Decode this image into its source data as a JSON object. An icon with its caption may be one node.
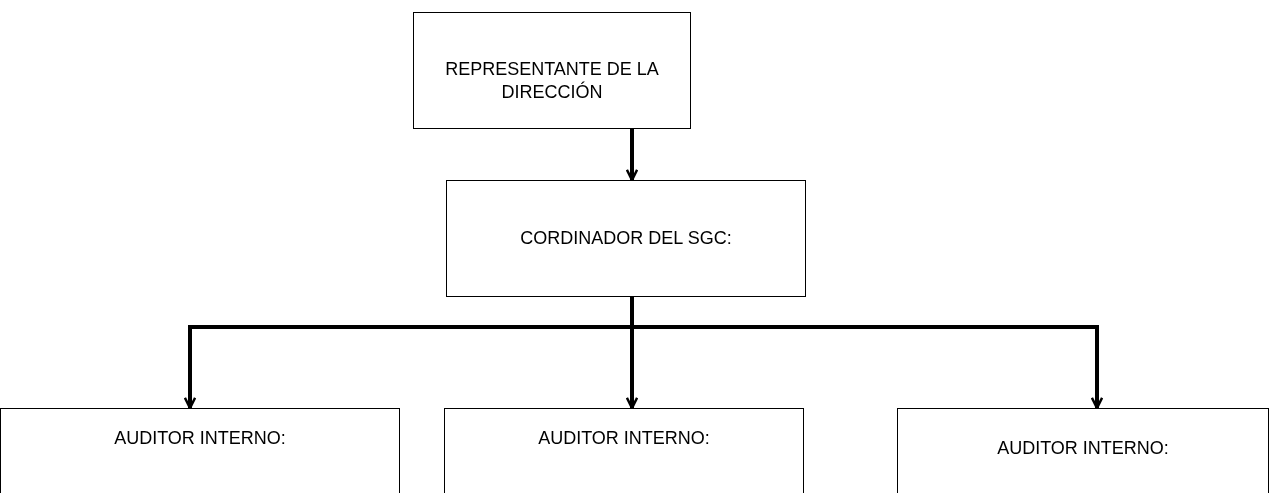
{
  "diagram": {
    "nodes": [
      {
        "text": [
          "REPRESENTANTE DE LA DIRECCIÓN"
        ]
      },
      {
        "text": [
          "CORDINADOR DEL SGC:"
        ]
      },
      {
        "text": [
          "AUDITOR INTERNO:"
        ]
      },
      {
        "text": [
          "AUDITOR INTERNO:"
        ]
      },
      {
        "text": [
          "AUDITOR INTERNO:"
        ]
      }
    ],
    "edges": [
      {
        "from": 0,
        "to": 1,
        "arrow": "to"
      },
      {
        "from": 1,
        "to": 2,
        "arrow": "to"
      },
      {
        "from": 1,
        "to": 3,
        "arrow": "to"
      },
      {
        "from": 1,
        "to": 4,
        "arrow": "to"
      }
    ]
  }
}
